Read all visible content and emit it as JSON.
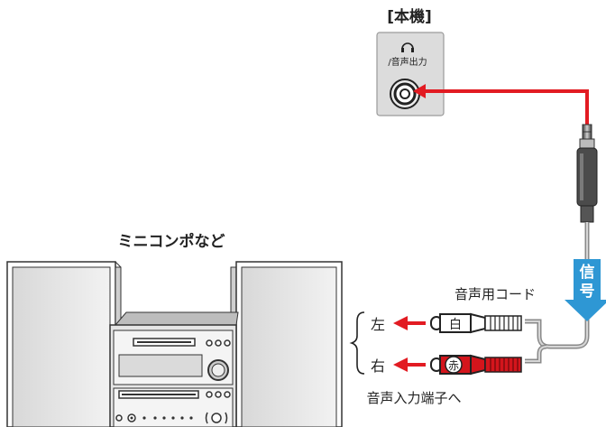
{
  "labels": {
    "unit_title": "[本機]",
    "audio_output": "/音声出力",
    "component_name": "ミニコンポなど",
    "cable_name": "音声用コード",
    "left": "左",
    "right": "右",
    "white": "白",
    "red": "赤",
    "input_terminal": "音声入力端子へ",
    "signal": "信号"
  },
  "colors": {
    "signal_line": "#e21b22",
    "signal_arrow": "#2e97d4",
    "plug_red": "#d4151c",
    "panel_gray": "#dcdcdc",
    "cable_gray": "#8a8a8a"
  },
  "icons": {
    "headphone": "headphone-icon",
    "jack": "jack-icon"
  }
}
